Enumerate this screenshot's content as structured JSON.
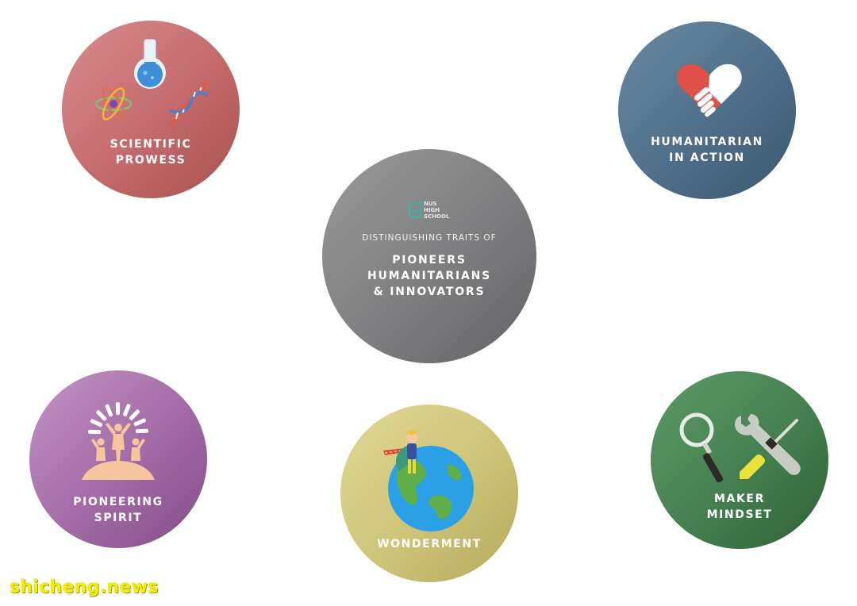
{
  "traits": {
    "scientific_prowess": {
      "line1": "SCIENTIFIC",
      "line2": "PROWESS"
    },
    "humanitarian_in_action": {
      "line1": "HUMANITARIAN",
      "line2": "IN ACTION"
    },
    "pioneering_spirit": {
      "line1": "PIONEERING",
      "line2": "SPIRIT"
    },
    "wonderment": {
      "line1": "WONDERMENT"
    },
    "maker_mindset": {
      "line1": "MAKER",
      "line2": "MINDSET"
    }
  },
  "center": {
    "logo_text": [
      "NUS",
      "HIGH",
      "SCHOOL"
    ],
    "subtitle": "DISTINGUISHING TRAITS OF",
    "line1": "PIONEERS",
    "line2": "HUMANITARIANS",
    "line3": "& INNOVATORS"
  },
  "watermark": "shicheng.news",
  "icons": {
    "scientific_prowess": [
      "flask-icon",
      "atom-icon",
      "dna-icon"
    ],
    "humanitarian_in_action": [
      "heart-handshake-icon"
    ],
    "pioneering_spirit": [
      "people-on-mountain-icon"
    ],
    "wonderment": [
      "globe-icon",
      "superhero-icon"
    ],
    "maker_mindset": [
      "magnifying-glass-icon",
      "wrench-icon",
      "screwdriver-icon"
    ]
  },
  "colors": {
    "scientific_prowess": "#c46a6c",
    "humanitarian_in_action": "#4f6e88",
    "center": "#7e7e80",
    "pioneering_spirit": "#a26aa6",
    "wonderment": "#cec478",
    "maker_mindset": "#457f50",
    "watermark": "#f4f000"
  }
}
